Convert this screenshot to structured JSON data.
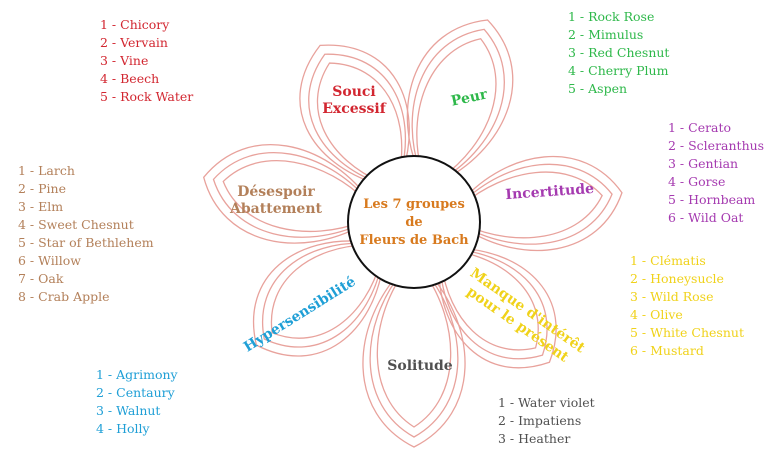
{
  "center": {
    "line1": "Les 7 groupes",
    "line2": "de",
    "line3": "Fleurs de Bach",
    "color": "#d87a1e"
  },
  "petal_color": "#e8a29c",
  "groups": [
    {
      "id": "souci",
      "title_lines": [
        "Souci",
        "Excessif"
      ],
      "color": "#d22630",
      "items": [
        "1 - Chicory",
        "2 - Vervain",
        "3 - Vine",
        "4 - Beech",
        "5 - Rock Water"
      ]
    },
    {
      "id": "peur",
      "title_lines": [
        "Peur"
      ],
      "color": "#2eb84a",
      "items": [
        "1 - Rock Rose",
        "2 - Mimulus",
        "3 - Red Chesnut",
        "4 - Cherry Plum",
        "5 - Aspen"
      ]
    },
    {
      "id": "incertitude",
      "title_lines": [
        "Incertitude"
      ],
      "color": "#a53ab0",
      "items": [
        "1 - Cerato",
        "2 - Scleranthus",
        "3 - Gentian",
        "4 - Gorse",
        "5 - Hornbeam",
        "6 - Wild Oat"
      ]
    },
    {
      "id": "manque",
      "title_lines": [
        "Manque d'intérêt",
        "pour le présent"
      ],
      "color": "#f0d21a",
      "items": [
        "1 - Clématis",
        "2 - Honeysucle",
        "3 - Wild Rose",
        "4 - Olive",
        "5 - White Chesnut",
        "6 - Mustard"
      ]
    },
    {
      "id": "solitude",
      "title_lines": [
        "Solitude"
      ],
      "color": "#505050",
      "items": [
        "1 - Water violet",
        "2 - Impatiens",
        "3 - Heather"
      ]
    },
    {
      "id": "hypersensibilite",
      "title_lines": [
        "Hypersensibilité"
      ],
      "color": "#1f9fd6",
      "items": [
        "1 - Agrimony",
        "2 - Centaury",
        "3 - Walnut",
        "4 - Holly"
      ]
    },
    {
      "id": "desespoir",
      "title_lines": [
        "Désespoir",
        "Abattement"
      ],
      "color": "#b3805a",
      "items": [
        "1 - Larch",
        "2 - Pine",
        "3 - Elm",
        "4 - Sweet Chesnut",
        "5 - Star of Bethlehem",
        "6 - Willow",
        "7 - Oak",
        "8 - Crab Apple"
      ]
    }
  ]
}
